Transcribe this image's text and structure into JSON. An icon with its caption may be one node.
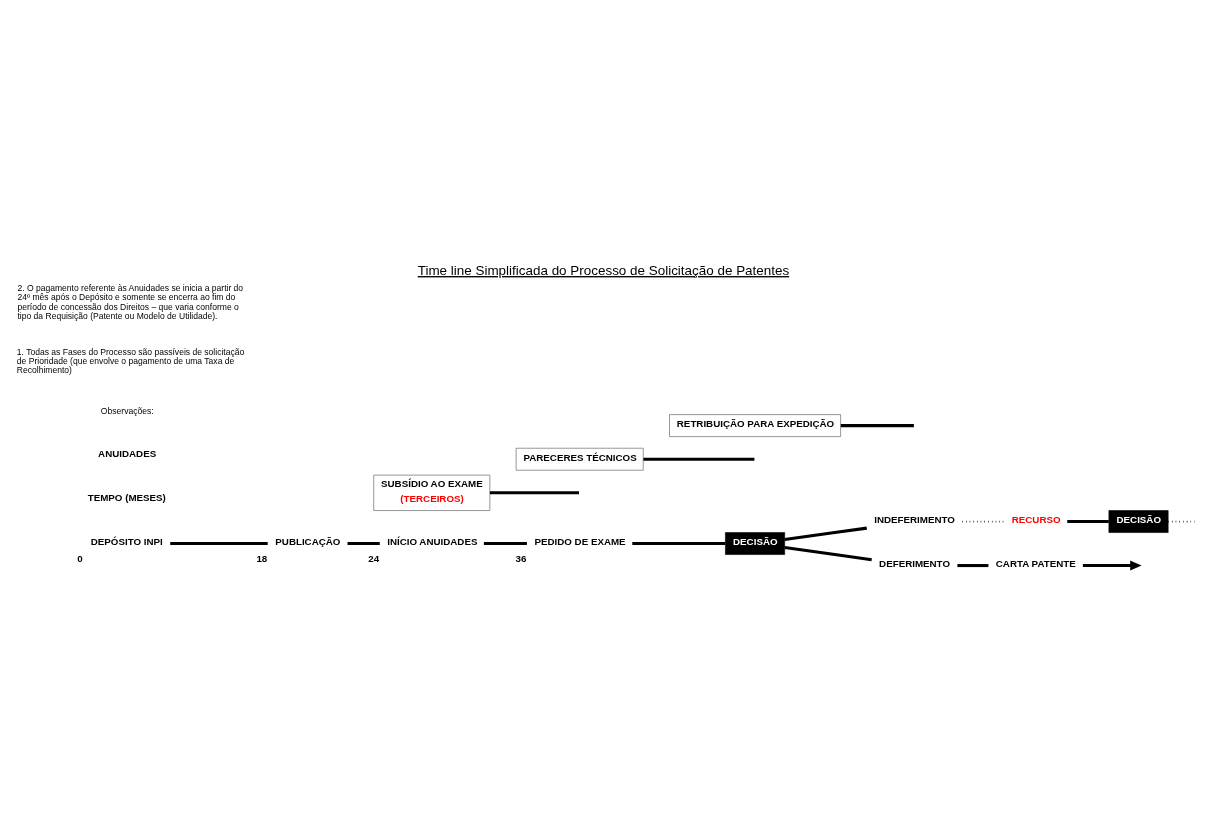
{
  "diagram": {
    "title": "Time line Simplificada do Processo de Solicitação de Patentes",
    "nodes": [
      {
        "text": [
          "DEPÓSITO INPI"
        ],
        "beside": [
          "0"
        ]
      },
      {
        "text": [
          "PUBLICAÇÃO"
        ],
        "beside": [
          "18"
        ]
      },
      {
        "text": [
          "INÍCIO ANUIDADES"
        ],
        "beside": [
          "24"
        ]
      },
      {
        "text": [
          "PEDIDO DE EXAME"
        ],
        "beside": [
          "36"
        ]
      },
      {
        "text": [
          "DECISÃO"
        ]
      },
      {
        "text": [
          "INDEFERIMENTO"
        ]
      },
      {
        "text": [
          "RECURSO"
        ]
      },
      {
        "text": [
          "DECISÃO"
        ]
      },
      {
        "text": [
          "SUBSÍDIO AO EXAME",
          "(TERCEIROS)"
        ]
      },
      {
        "text": [
          "PARECERES TÉCNICOS"
        ]
      },
      {
        "text": [
          "DEFERIMENTO"
        ]
      },
      {
        "text": [
          "RETRIBUIÇÃO PARA EXPEDIÇÃO"
        ]
      },
      {
        "text": [
          "CARTA PATENTE"
        ]
      }
    ],
    "edges": [
      {
        "from": 0,
        "to": 1,
        "arrow": "none"
      },
      {
        "from": 1,
        "to": 2,
        "arrow": "none"
      },
      {
        "from": 2,
        "to": 3,
        "arrow": "none"
      },
      {
        "from": 3,
        "to": 4,
        "arrow": "none"
      },
      {
        "from": 4,
        "to": 5,
        "arrow": "none"
      },
      {
        "from": 5,
        "to": 6,
        "arrow": "none",
        "style": "dashed"
      },
      {
        "from": 6,
        "to": 7,
        "arrow": "none"
      },
      {
        "from": 7,
        "to": null,
        "arrow": "none",
        "style": "dashed"
      },
      {
        "from": 4,
        "to": 10,
        "arrow": "none"
      },
      {
        "from": 10,
        "to": 12,
        "arrow": "none"
      },
      {
        "from": 12,
        "to": null,
        "arrow": "to"
      },
      {
        "from": 8,
        "to": null,
        "arrow": "none"
      },
      {
        "from": 9,
        "to": null,
        "arrow": "none"
      },
      {
        "from": 11,
        "to": null,
        "arrow": "none"
      }
    ],
    "labels": [
      "TEMPO (MESES)",
      "ANUIDADES",
      "Observações:",
      "1. Todas as Fases do Processo são passíveis de solicitação de Prioridade (que envolve o pagamento de uma Taxa de Recolhimento)",
      "2. O pagamento referente às Anuidades se inicia a partir do 24º mês após o Depósito e somente se encerra ao fim do período de concessão dos Direitos – que varia conforme o tipo da Requisição (Patente ou Modelo de Utilidade)."
    ]
  }
}
